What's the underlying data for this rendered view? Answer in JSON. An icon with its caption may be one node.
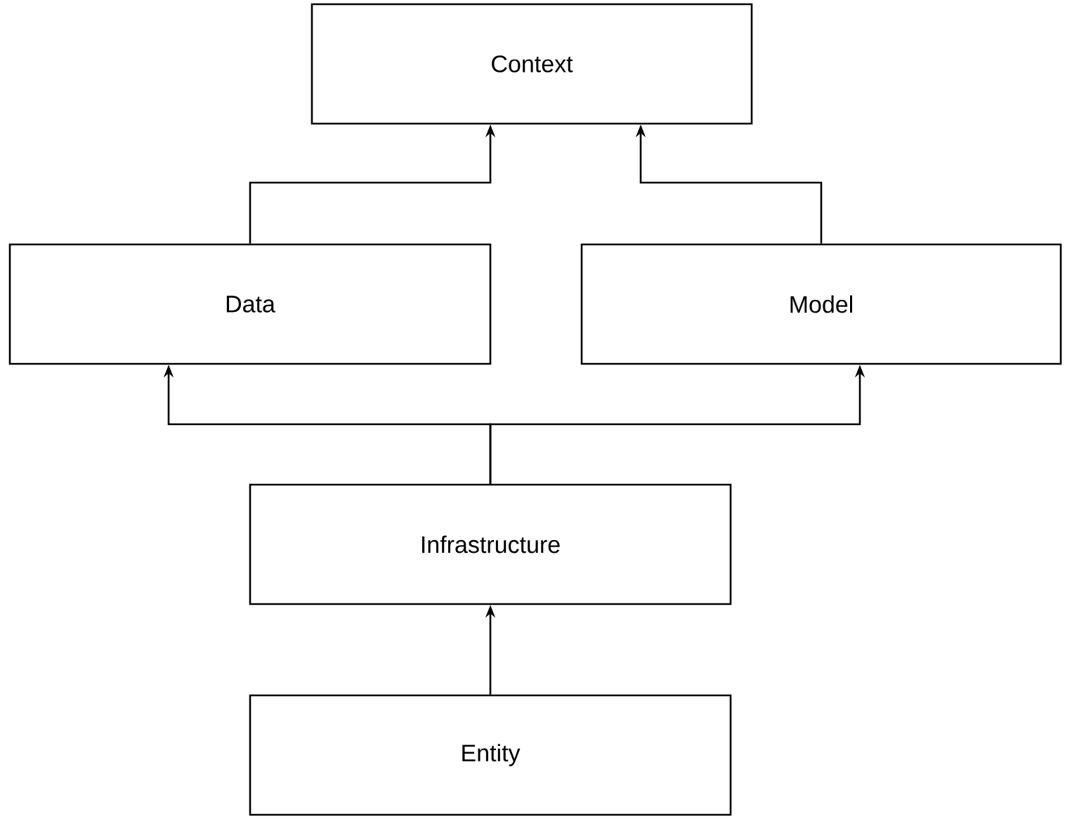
{
  "diagram": {
    "nodes": [
      {
        "text": [
          "Context"
        ]
      },
      {
        "text": [
          "Data"
        ]
      },
      {
        "text": [
          "Model"
        ]
      },
      {
        "text": [
          "Infrastructure"
        ]
      },
      {
        "text": [
          "Entity"
        ]
      }
    ],
    "edges": [
      {
        "from": 1,
        "to": 0,
        "arrow": "to"
      },
      {
        "from": 2,
        "to": 0,
        "arrow": "to"
      },
      {
        "from": 3,
        "to": 1,
        "arrow": "to"
      },
      {
        "from": 3,
        "to": 2,
        "arrow": "to"
      },
      {
        "from": 4,
        "to": 3,
        "arrow": "to"
      }
    ]
  }
}
